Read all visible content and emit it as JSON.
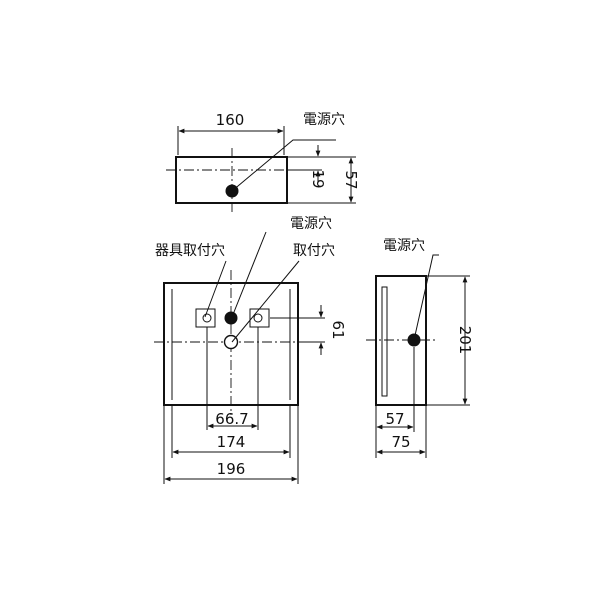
{
  "top_view": {
    "width_dim": "160",
    "depth_dim": "57",
    "hole_offset_dim": "19",
    "hole_label": "電源穴"
  },
  "front_view": {
    "mount_hole_label": "器具取付穴",
    "power_hole_label": "電源穴",
    "mount_hole_label2": "取付穴",
    "vertical_offset_dim": "61",
    "hole_pitch_dim": "66.7",
    "inner_width_dim": "174",
    "outer_width_dim": "196"
  },
  "side_view": {
    "hole_label": "電源穴",
    "height_dim": "201",
    "inner_depth_dim": "57",
    "outer_depth_dim": "75"
  },
  "colors": {
    "line": "#111111",
    "background": "#ffffff"
  }
}
